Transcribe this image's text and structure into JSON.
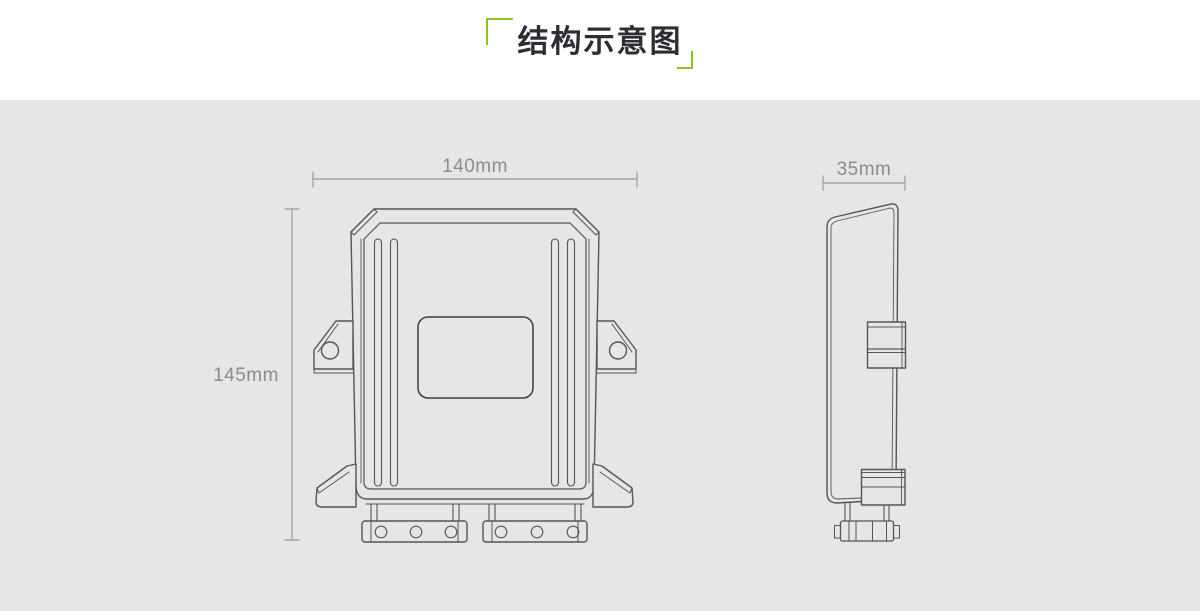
{
  "header": {
    "title": "结构示意图"
  },
  "diagram": {
    "front_view": {
      "width_dimension": "140mm",
      "height_dimension": "145mm"
    },
    "side_view": {
      "depth_dimension": "35mm"
    }
  },
  "colors": {
    "accent_green": "#8FC31F",
    "title_text": "#2D2D33",
    "outline": "#55555A",
    "dimension_gray": "#8C8C8C",
    "background_top": "#FFFFFF",
    "background_panel": "#E6E6E6"
  }
}
